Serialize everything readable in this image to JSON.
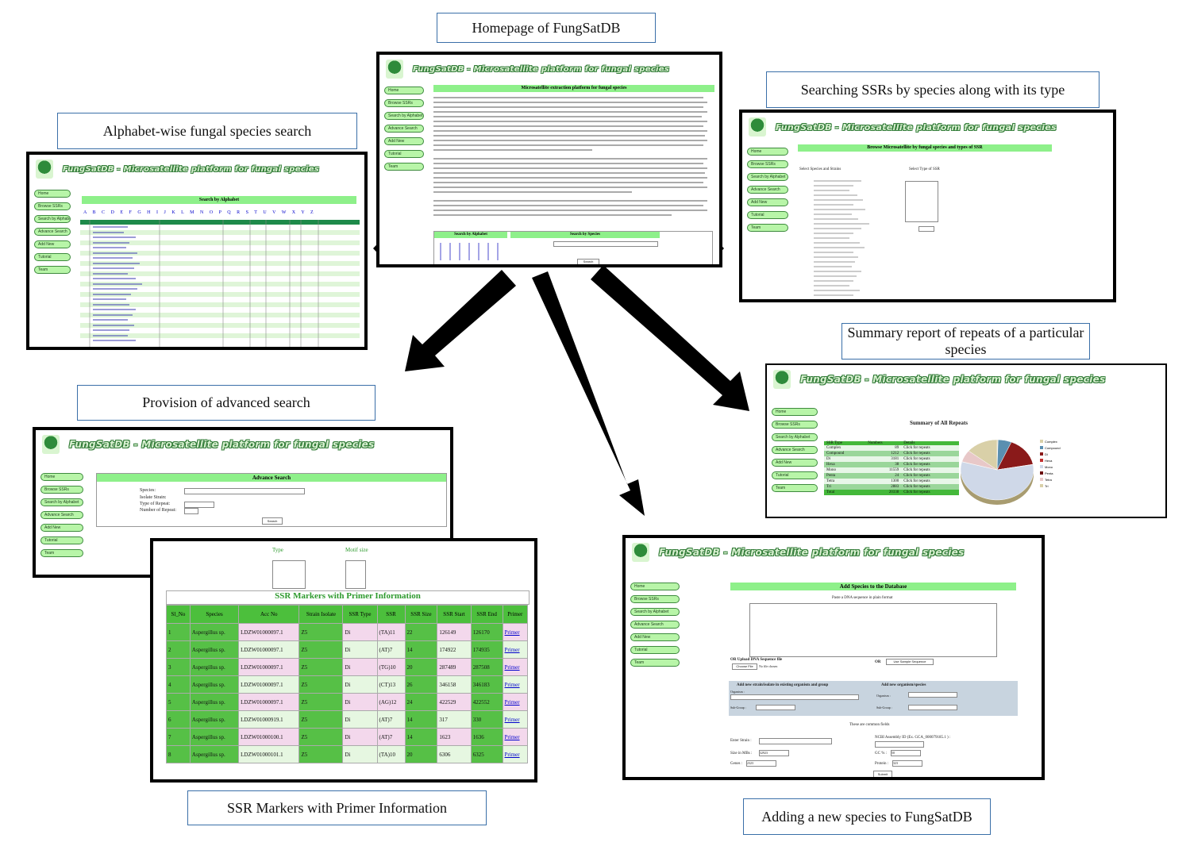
{
  "labels": {
    "homepage": "Homepage of FungSatDB",
    "species_type": "Searching SSRs by species along with its type",
    "alphabet": "Alphabet-wise fungal species search",
    "summary": "Summary report of repeats of a particular species",
    "advanced": "Provision of advanced search",
    "markers": "SSR Markers with Primer Information",
    "adding": "Adding a new species to FungSatDB"
  },
  "app": {
    "title": "FungSatDB - Microsatellite platform for fungal species",
    "nav": [
      "Home",
      "Browse SSRs",
      "Search by Alphabet",
      "Advance Search",
      "Add New",
      "Tutorial",
      "Team"
    ]
  },
  "home": {
    "heading": "Microsatellite extraction platform for fungal species",
    "search_alpha": "Search by Alphabet",
    "search_species": "Search by Species",
    "search_btn": "Search"
  },
  "browse": {
    "heading": "Browse Microsatellite by fungal species and types of SSR",
    "col1": "Select Species and Strains",
    "col2": "Select Type of SSR"
  },
  "alpha": {
    "heading": "Search by Alphabet",
    "letters": "A B C D E F G H I J K L M N O P Q R S T U V W X Y Z"
  },
  "summary_page": {
    "heading": "Summary of All Repeats",
    "cols": [
      "SSR Type",
      "Numbers",
      "Details"
    ],
    "rows": [
      [
        "Complex",
        "89",
        "Click for repeats"
      ],
      [
        "Compound",
        "1212",
        "Click for repeats"
      ],
      [
        "Di",
        "3181",
        "Click for repeats"
      ],
      [
        "Hexa",
        "38",
        "Click for repeats"
      ],
      [
        "Mono",
        "11559",
        "Click for repeats"
      ],
      [
        "Penta",
        "24",
        "Click for repeats"
      ],
      [
        "Tetra",
        "1300",
        "Click for repeats"
      ],
      [
        "Tri",
        "2883",
        "Click for repeats"
      ],
      [
        "Total",
        "20338",
        "Click for repeats"
      ]
    ],
    "pie_colors": [
      "#d9d0a8",
      "#5a8fb0",
      "#8a1a1a",
      "#c23030",
      "#cfd8e8",
      "#6b0f10",
      "#e8c8c8"
    ]
  },
  "advanced_page": {
    "heading": "Advance Search",
    "species": "Species:",
    "isolate": "Isolate Strain:",
    "type": "Type of Repeat:",
    "num": "Number of Repeat:",
    "btn": "Search"
  },
  "markers_page": {
    "type_label": "Type",
    "motif_label": "Motif size",
    "heading": "SSR Markers with Primer Information",
    "cols": [
      "Sl_No",
      "Species",
      "Acc No",
      "Strain Isolate",
      "SSR Type",
      "SSR",
      "SSR Size",
      "SSR Start",
      "SSR End",
      "Primer"
    ],
    "rows": [
      [
        "1",
        "Aspergillus sp.",
        "LDZW01000097.1",
        "Z5",
        "Di",
        "(TA)11",
        "22",
        "126149",
        "126170",
        "Primer"
      ],
      [
        "2",
        "Aspergillus sp.",
        "LDZW01000097.1",
        "Z5",
        "Di",
        "(AT)7",
        "14",
        "174922",
        "174935",
        "Primer"
      ],
      [
        "3",
        "Aspergillus sp.",
        "LDZW01000097.1",
        "Z5",
        "Di",
        "(TG)10",
        "20",
        "287489",
        "287508",
        "Primer"
      ],
      [
        "4",
        "Aspergillus sp.",
        "LDZW01000097.1",
        "Z5",
        "Di",
        "(CT)13",
        "26",
        "346158",
        "346183",
        "Primer"
      ],
      [
        "5",
        "Aspergillus sp.",
        "LDZW01000097.1",
        "Z5",
        "Di",
        "(AG)12",
        "24",
        "422529",
        "422552",
        "Primer"
      ],
      [
        "6",
        "Aspergillus sp.",
        "LDZW01000919.1",
        "Z5",
        "Di",
        "(AT)7",
        "14",
        "317",
        "330",
        "Primer"
      ],
      [
        "7",
        "Aspergillus sp.",
        "LDZW01000100.1",
        "Z5",
        "Di",
        "(AT)7",
        "14",
        "1623",
        "1636",
        "Primer"
      ],
      [
        "8",
        "Aspergillus sp.",
        "LDZW01000101.1",
        "Z5",
        "Di",
        "(TA)10",
        "20",
        "6306",
        "6325",
        "Primer"
      ]
    ]
  },
  "add_page": {
    "heading": "Add Species to the Database",
    "paste": "Paste a DNA sequence in plain format",
    "upload": "OR Upload DNA Sequence file",
    "choose": "Choose File",
    "nofile": "No file chosen",
    "or": "OR",
    "sample": "Use Sample Sequence",
    "existing": "Add new strain/isolate in existing organism and group",
    "neworg": "Add new organism/species",
    "common": "These are common fields",
    "strain": "Enter Strain :",
    "ncbi": "NCBI Assembly ID (Ex. GCA_000079185.1 ) :",
    "size": "Size in MBs :",
    "size_val": "32923",
    "gc": "GC % :",
    "gc_val": "50",
    "genes": "Genes :",
    "genes_val": "2323",
    "protein": "Protein :",
    "protein_val": "323",
    "submit": "Submit",
    "organism": "Organism :",
    "subgroup": "Sub-Group :"
  }
}
